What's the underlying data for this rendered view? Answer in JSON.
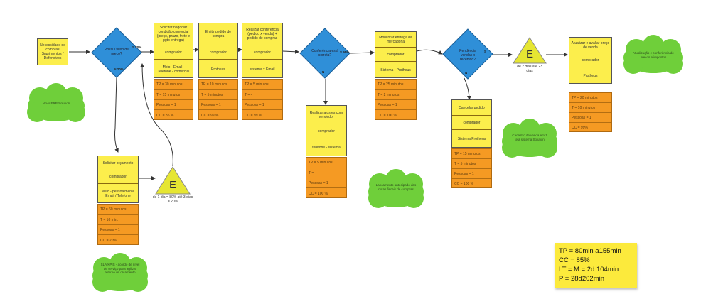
{
  "colors": {
    "process": "#fcee4c",
    "metrics": "#f59a23",
    "decision": "#2f8fd8",
    "inventory": "#e6e632",
    "kaizen": "#6fcf3a",
    "summary": "#fcea3c"
  },
  "start": {
    "text": "Necessidade de compras Suprimentos / Defensivos"
  },
  "decision1": {
    "text": "Possui fluxo de preço?",
    "yes": "S 80%",
    "no": "N 20%"
  },
  "quote": {
    "title": "Solicitar orçamento",
    "role": "comprador",
    "method": "Meio - pessoalmente Email / Telefone",
    "metrics": [
      "TP = 60 minutos",
      "T = 10 min.",
      "Pessoas = 1",
      "CC = 20%"
    ]
  },
  "wait1": {
    "letter": "E",
    "caption": "de 1 dia = 80% até 3 dias = 20%"
  },
  "negotiate": {
    "title": "Solicitar negociar condição comercial (preço, prazo, frete e pgto entrega)",
    "role": "comprador",
    "method": "Meio - Email - Telefone - comercial",
    "metrics": [
      "TP = 30 minutos",
      "T = 15 minutos",
      "Pessoas = 1",
      "CC = 85 %"
    ]
  },
  "issue": {
    "title": "Emitir pedido de compra",
    "role": "comprador",
    "method": "Protheus",
    "metrics": [
      "TP = 10 minutos",
      "T = 5 minutos",
      "Pessoas = 1",
      "CC = 99 %"
    ]
  },
  "verify": {
    "title": "Realizar conferência (pedido x venda) + pedido de compras",
    "role": "comprador",
    "method": "sistema x Email",
    "metrics": [
      "TP = 5 minutos",
      "T = -",
      "Pessoas = 1",
      "CC = 99 %"
    ]
  },
  "decision2": {
    "text": "Conferência está correta?",
    "yes": "S 95%",
    "no": "N"
  },
  "adjust": {
    "title": "Realizar ajustes com vendedor",
    "role": "comprador",
    "method": "telefone - sistema",
    "metrics": [
      "TP = 5 minutos",
      "T = -",
      "Pessoas = 1",
      "CC = 100 %"
    ]
  },
  "monitor": {
    "title": "Monitorar entrega da mercadoria",
    "role": "comprador",
    "method": "Sistema - Protheus",
    "metrics": [
      "TP = 25 minutos",
      "T = 2 minutos",
      "Pessoas = 1",
      "CC = 100 %"
    ]
  },
  "decision3": {
    "text": "Pendência vendas x recebido?",
    "yes": "S",
    "no": "N"
  },
  "cancel": {
    "title": "Cancelar pedido",
    "role": "comprador",
    "method": "Sistema Protheus",
    "metrics": [
      "TP = 15 minutos",
      "T = 5 minutos",
      "Pessoas = 1",
      "CC = 100 %"
    ]
  },
  "wait2": {
    "letter": "E",
    "caption": "de 2 dias até 23 dias"
  },
  "update": {
    "title": "Atualizar e avaliar preço de venda",
    "role": "comprador",
    "method": "Protheus",
    "metrics": [
      "TP = 20 minutos",
      "T = 10 minutos",
      "Pessoas = 1",
      "CC = 99%"
    ]
  },
  "clouds": {
    "c1": "Novo ERP Solution",
    "c2": "SLA/KPIS - acordo de nível de serviço para agilizar retorno de orçamento",
    "c3": "Lançamento antecipado das notas fiscais de compras",
    "c4": "Cadastro de venda em 1 tela sistema Solution",
    "c5": "Atualização e conferência de preços e impostos"
  },
  "summary": {
    "line1": "TP = 80min a155min",
    "line2": "CC  = 85%",
    "line3": "LT = M = 2d 104min",
    "line4": "P = 28d202min"
  }
}
